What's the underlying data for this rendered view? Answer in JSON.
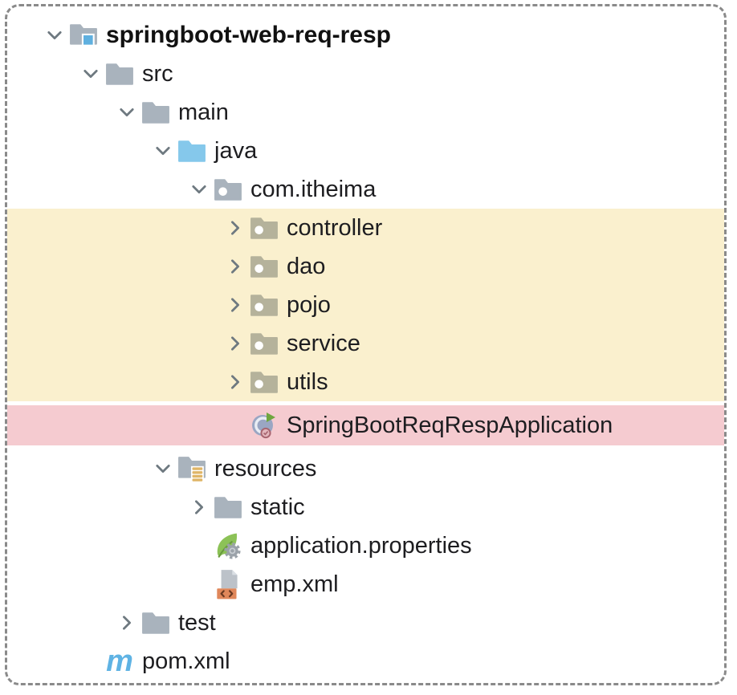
{
  "window": {
    "type": "ide-project-tree",
    "frame_border": "dashed"
  },
  "colors": {
    "highlight_yellow": "#FAF0CE",
    "highlight_pink": "#F5CBD0",
    "folder_gray": "#A9B3BD",
    "package_olive": "#B5B29B",
    "java_blue": "#85C8EB",
    "badge_blue": "#5FB0DF",
    "badge_gold": "#DFB567",
    "leaf_green": "#8CC257",
    "gear_gray": "#9BA2A9",
    "xml_orange": "#E0875A",
    "doc_gray": "#BCC2C9",
    "class_circle": "#9AA6C3",
    "run_green": "#6FA63F",
    "maven_blue": "#5FB3E4",
    "border_gray": "#8A8A8A",
    "chevron_gray": "#6E7980",
    "text_dark": "#1D1D20"
  },
  "tree": {
    "items": [
      {
        "label": "springboot-web-req-resp",
        "level": 0,
        "state": "expanded",
        "icon": "project-folder-icon",
        "bold": true,
        "highlight": "none"
      },
      {
        "label": "src",
        "level": 1,
        "state": "expanded",
        "icon": "folder-icon",
        "highlight": "none"
      },
      {
        "label": "main",
        "level": 2,
        "state": "expanded",
        "icon": "folder-icon",
        "highlight": "none"
      },
      {
        "label": "java",
        "level": 3,
        "state": "expanded",
        "icon": "java-sources-folder-icon",
        "highlight": "none"
      },
      {
        "label": "com.itheima",
        "level": 4,
        "state": "expanded",
        "icon": "package-icon",
        "highlight": "none"
      },
      {
        "label": "controller",
        "level": 5,
        "state": "collapsed",
        "icon": "package-icon",
        "highlight": "yellow"
      },
      {
        "label": "dao",
        "level": 5,
        "state": "collapsed",
        "icon": "package-icon",
        "highlight": "yellow"
      },
      {
        "label": "pojo",
        "level": 5,
        "state": "collapsed",
        "icon": "package-icon",
        "highlight": "yellow"
      },
      {
        "label": "service",
        "level": 5,
        "state": "collapsed",
        "icon": "package-icon",
        "highlight": "yellow"
      },
      {
        "label": "utils",
        "level": 5,
        "state": "collapsed",
        "icon": "package-icon",
        "highlight": "yellow"
      },
      {
        "label": "SpringBootReqRespApplication",
        "level": 5,
        "state": "leaf",
        "icon": "springboot-class-icon",
        "highlight": "pink"
      },
      {
        "label": "resources",
        "level": 3,
        "state": "expanded",
        "icon": "resources-folder-icon",
        "highlight": "none"
      },
      {
        "label": "static",
        "level": 4,
        "state": "collapsed",
        "icon": "folder-icon",
        "highlight": "none"
      },
      {
        "label": "application.properties",
        "level": 4,
        "state": "leaf",
        "icon": "spring-properties-file-icon",
        "highlight": "none"
      },
      {
        "label": "emp.xml",
        "level": 4,
        "state": "leaf",
        "icon": "xml-file-icon",
        "highlight": "none"
      },
      {
        "label": "test",
        "level": 2,
        "state": "collapsed",
        "icon": "folder-icon",
        "highlight": "none"
      },
      {
        "label": "pom.xml",
        "level": 1,
        "state": "leaf",
        "icon": "maven-file-icon",
        "highlight": "none"
      }
    ]
  }
}
